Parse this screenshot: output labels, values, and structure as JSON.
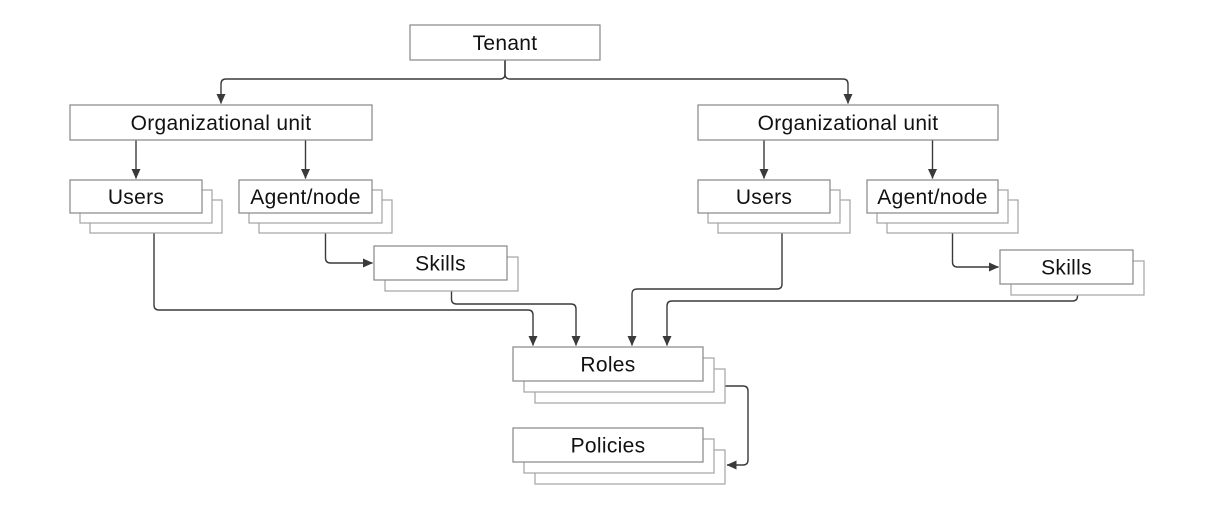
{
  "diagram": {
    "type": "hierarchy",
    "nodes": {
      "tenant": {
        "label": "Tenant",
        "stacked": false
      },
      "org_unit_left": {
        "label": "Organizational unit",
        "stacked": false
      },
      "org_unit_right": {
        "label": "Organizational unit",
        "stacked": false
      },
      "users_left": {
        "label": "Users",
        "stacked": true
      },
      "agent_node_left": {
        "label": "Agent/node",
        "stacked": true
      },
      "skills_left": {
        "label": "Skills",
        "stacked": true
      },
      "users_right": {
        "label": "Users",
        "stacked": true
      },
      "agent_node_right": {
        "label": "Agent/node",
        "stacked": true
      },
      "skills_right": {
        "label": "Skills",
        "stacked": true
      },
      "roles": {
        "label": "Roles",
        "stacked": true
      },
      "policies": {
        "label": "Policies",
        "stacked": true
      }
    },
    "edges": [
      {
        "from": "tenant",
        "to": "org_unit_left"
      },
      {
        "from": "tenant",
        "to": "org_unit_right"
      },
      {
        "from": "org_unit_left",
        "to": "users_left"
      },
      {
        "from": "org_unit_left",
        "to": "agent_node_left"
      },
      {
        "from": "org_unit_right",
        "to": "users_right"
      },
      {
        "from": "org_unit_right",
        "to": "agent_node_right"
      },
      {
        "from": "agent_node_left",
        "to": "skills_left"
      },
      {
        "from": "agent_node_right",
        "to": "skills_right"
      },
      {
        "from": "users_left",
        "to": "roles"
      },
      {
        "from": "skills_left",
        "to": "roles"
      },
      {
        "from": "users_right",
        "to": "roles"
      },
      {
        "from": "skills_right",
        "to": "roles"
      },
      {
        "from": "roles",
        "to": "policies"
      }
    ],
    "colors": {
      "background": "#ffffff",
      "box_fill": "#ffffff",
      "box_border": "#878787",
      "stack_border": "#a4a4a4",
      "connector": "#3a3a3a",
      "text": "#111111"
    }
  }
}
